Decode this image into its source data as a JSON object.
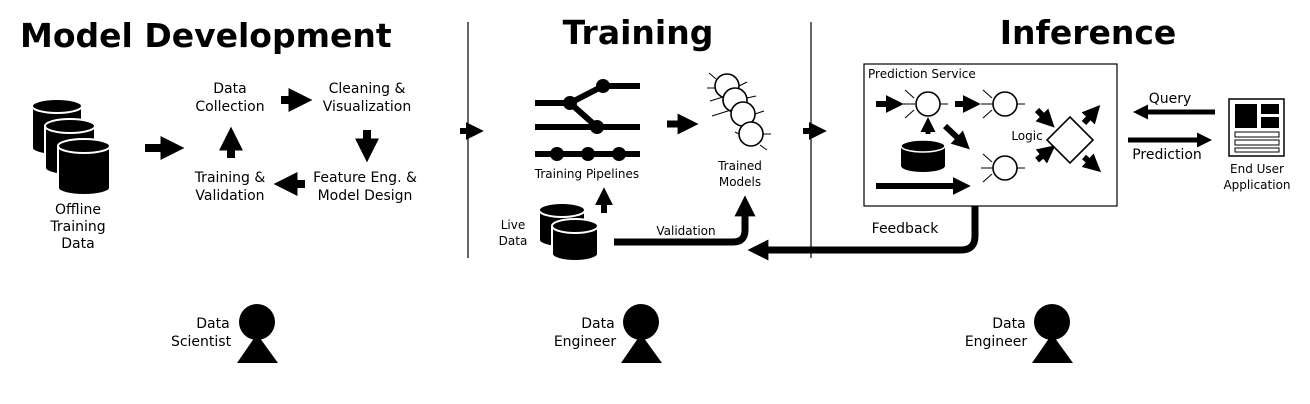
{
  "sections": {
    "model_development": "Model Development",
    "training": "Training",
    "inference": "Inference"
  },
  "model_development": {
    "offline_data": [
      "Offline",
      "Training",
      "Data"
    ],
    "data_collection": [
      "Data",
      "Collection"
    ],
    "cleaning": [
      "Cleaning &",
      "Visualization"
    ],
    "feature_eng": [
      "Feature Eng. &",
      "Model Design"
    ],
    "training_validation": [
      "Training &",
      "Validation"
    ]
  },
  "training": {
    "pipelines": "Training Pipelines",
    "trained_models": [
      "Trained",
      "Models"
    ],
    "live_data": [
      "Live",
      "Data"
    ],
    "validation": "Validation"
  },
  "inference": {
    "prediction_service": "Prediction Service",
    "logic": "Logic",
    "query": "Query",
    "prediction": "Prediction",
    "end_user_app": [
      "End User",
      "Application"
    ],
    "feedback": "Feedback"
  },
  "roles": {
    "scientist": [
      "Data",
      "Scientist"
    ],
    "engineer_training": [
      "Data",
      "Engineer"
    ],
    "engineer_inference": [
      "Data",
      "Engineer"
    ]
  }
}
